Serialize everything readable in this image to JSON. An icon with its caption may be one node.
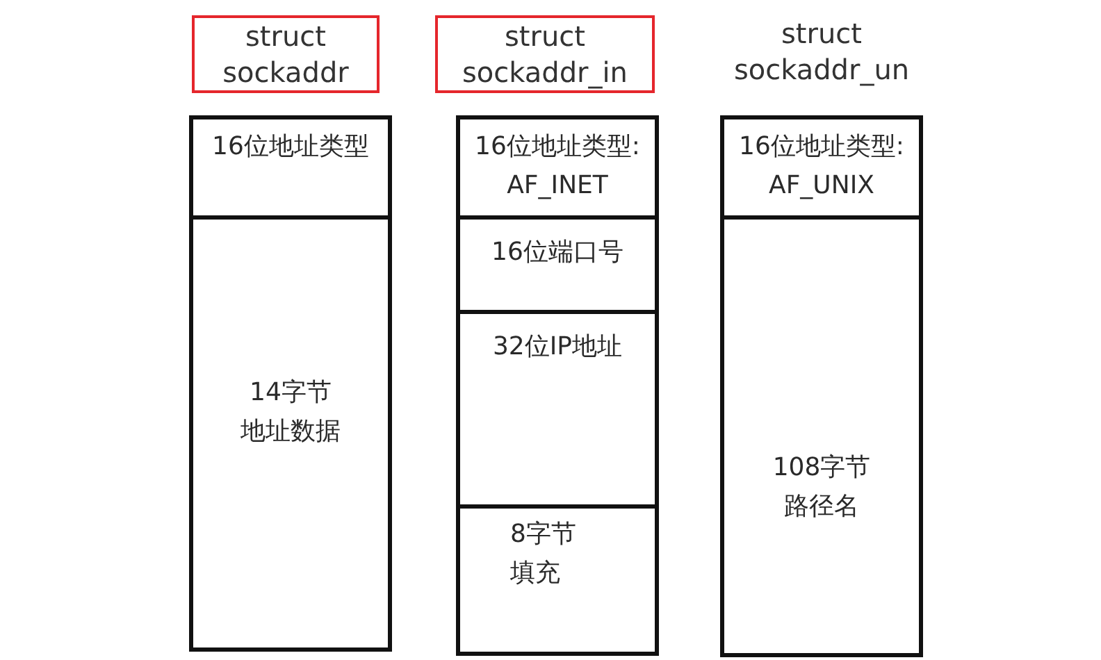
{
  "diagram": {
    "nodes": [
      {
        "text": [
          "struct sockaddr"
        ]
      },
      {
        "text": [],
        "shape": "box"
      },
      {
        "text": [
          "16位地址类型"
        ],
        "in": 1
      },
      {
        "text": [
          "14字节",
          "地址数据"
        ],
        "in": 1
      },
      {
        "text": [
          "struct sockaddr_in"
        ]
      },
      {
        "text": [],
        "shape": "box"
      },
      {
        "text": [
          "16位地址类型:",
          "AF_INET"
        ],
        "in": 5
      },
      {
        "text": [
          "16位端口号"
        ],
        "in": 5
      },
      {
        "text": [
          "32位IP地址"
        ],
        "in": 5
      },
      {
        "text": [
          "8字节",
          "填充"
        ],
        "in": 5
      },
      {
        "text": [],
        "shape": "box",
        "beside": [
          "struct sockaddr_un"
        ]
      },
      {
        "text": [
          "16位地址类型:",
          "AF_UNIX"
        ],
        "in": 10
      },
      {
        "text": [
          "108字节",
          "路径名"
        ],
        "in": 10
      }
    ]
  }
}
